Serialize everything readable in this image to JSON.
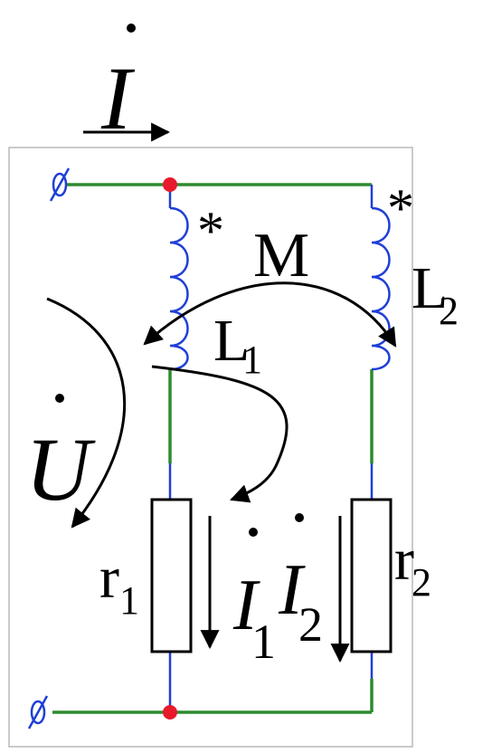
{
  "colors": {
    "wire": "#2e8b2e",
    "coil": "#1f3fd6",
    "node": "#e8192c",
    "ink": "#000000",
    "frame": "#b8b8b8"
  },
  "labels": {
    "current_total": "I",
    "voltage": "U",
    "mutual": "M",
    "coil1_letter": "L",
    "coil1_sub": "1",
    "coil2_letter": "L",
    "coil2_sub": "2",
    "res1_letter": "r",
    "res1_sub": "1",
    "res2_letter": "r",
    "res2_sub": "2",
    "current1_letter": "I",
    "current1_sub": "1",
    "current2_letter": "I",
    "current2_sub": "2",
    "star1": "*",
    "star2": "*"
  },
  "terminals": {
    "top_symbol": "ϕ",
    "bottom_symbol": "ϕ"
  }
}
